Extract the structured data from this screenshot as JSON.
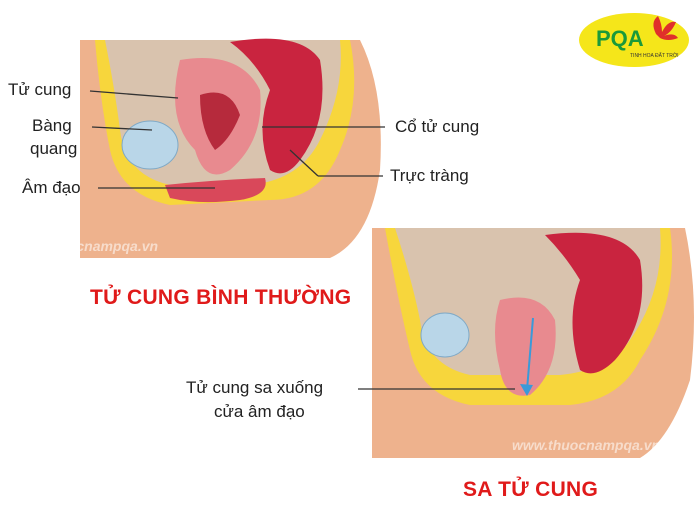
{
  "normal": {
    "title": "TỬ CUNG BÌNH THƯỜNG",
    "labels": {
      "uterus": "Tử cung",
      "bladder_1": "Bàng",
      "bladder_2": "quang",
      "vagina": "Âm đạo",
      "cervix": "Cổ tử cung",
      "rectum": "Trực tràng"
    }
  },
  "prolapse": {
    "title": "SA TỬ CUNG",
    "labels": {
      "line_1": "Tử cung sa xuống",
      "line_2": "cửa âm đạo"
    }
  },
  "watermark": "www.thuocnampqa.vn",
  "logo": {
    "text": "PQA",
    "tagline": "TINH HOA ĐẤT TRỜI"
  },
  "colors": {
    "title_red": "#e01a1a",
    "skin": "#f0b38e",
    "fat_yellow": "#f7d63c",
    "organ_pink": "#e88a8f",
    "logo_yellow": "#f5e61a",
    "logo_green": "#1a9a3a"
  }
}
